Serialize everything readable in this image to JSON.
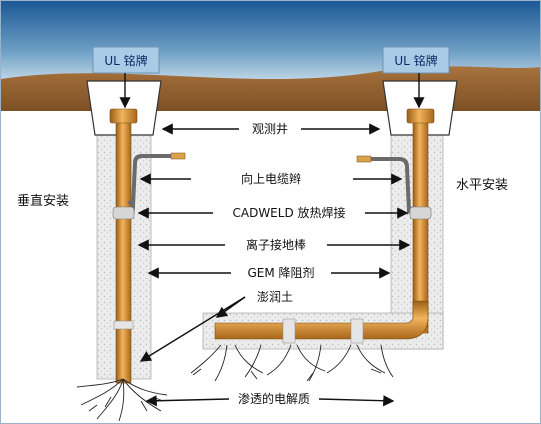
{
  "labels": {
    "ul_left": "UL 铭牌",
    "ul_right": "UL 铭牌",
    "inspection_well": "观测井",
    "pigtail": "向上电缆辫",
    "cadweld": "CADWELD 放热焊接",
    "ion_rod": "离子接地棒",
    "gem": "GEM 降阻剂",
    "backfill": "澎润土",
    "electrolyte": "渗透的电解质",
    "vertical_install": "垂直安装",
    "horizontal_install": "水平安装"
  },
  "colors": {
    "sky_top": "#1f5fa0",
    "sky_bottom": "#cfe3ef",
    "soil": "#8a5a2b",
    "rod": "#c8872c",
    "concrete": "#e9e9e9",
    "accent": "#0d2a6b"
  }
}
